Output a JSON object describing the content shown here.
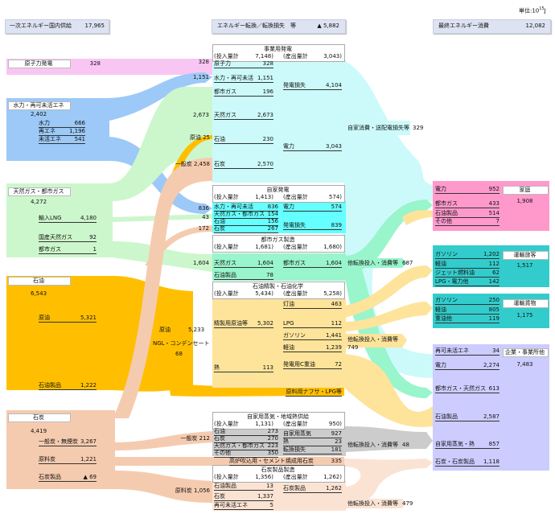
{
  "unit": {
    "prefix": "単位:10",
    "exp": "15",
    "suffix": "J"
  },
  "totals": {
    "primary": {
      "label": "一次エネルギー国内供給",
      "value": "17,965"
    },
    "conversion": {
      "label": "エネルギー転換／転換損失　等",
      "value": "▲ 5,882"
    },
    "final": {
      "label": "最終エネルギー消費",
      "value": "12,082"
    }
  },
  "primary": {
    "nuclear": {
      "label": "原子力発電",
      "value": "328"
    },
    "hydro": {
      "label": "水力・再可未活エネ",
      "total": "2,402",
      "items": [
        {
          "label": "水力",
          "value": "666"
        },
        {
          "label": "再エネ",
          "value": "1,196"
        },
        {
          "label": "未活エネ",
          "value": "541"
        }
      ]
    },
    "gas": {
      "label": "天然ガス・都市ガス",
      "total": "4,272",
      "items": [
        {
          "label": "輸入LNG",
          "value": "4,180"
        },
        {
          "label": "国産天然ガス",
          "value": "92"
        },
        {
          "label": "都市ガス",
          "value": "1"
        }
      ]
    },
    "oil": {
      "label": "石油",
      "total": "6,543",
      "items": [
        {
          "label": "原油",
          "value": "5,321"
        },
        {
          "label": "石油製品",
          "value": "1,222"
        }
      ]
    },
    "coal": {
      "label": "石炭",
      "total": "4,419",
      "items": [
        {
          "label": "一般炭・無煙炭",
          "value": "3,267"
        },
        {
          "label": "原料炭",
          "value": "1,221"
        },
        {
          "label": "石炭製品",
          "value": "▲ 69"
        }
      ]
    }
  },
  "flow_labels": {
    "nuclear_328": "328",
    "hydro_1151": "1,151",
    "gas_2673": "2,673",
    "crude_25": "原油  25",
    "steam_coal_2458": "一般炭  2,458",
    "hydro_836": "836",
    "gas_43": "43",
    "coal_172": "172",
    "gas_1604": "1,604",
    "crude_label": "原油",
    "crude_5233": "5,233",
    "ngl_label": "NGL・コンデンセート",
    "ngl_68": "68",
    "steam_coal_212": "一般炭  212",
    "coking_coal_1056": "原料炭  1,056",
    "own_use_loss": "自家消費・送配電損失等",
    "own_use_loss_value": "329",
    "other_687": "他転換投入・消費等",
    "other_687_value": "687",
    "other_749": "他転換投入・消費等",
    "other_749_value": "749",
    "other_48": "他転換投入・消費等",
    "other_48_value": "48",
    "other_479": "他転換投入・消費等",
    "other_479_value": "479",
    "naphtha": "原料用ナフサ・LPG等",
    "blast_furnace": "高炉吹込用・セメント焼成用石炭",
    "blast_furnace_value": "335"
  },
  "conversion": {
    "utility_power": {
      "title": "事業用発電",
      "in_label": "(投入量計",
      "in_value": "7,148)",
      "out_label": "(産出量計",
      "out_value": "3,043)",
      "inputs": [
        {
          "label": "原子力",
          "value": "328"
        },
        {
          "label": "水力・再可未活",
          "value": "1,151"
        },
        {
          "label": "都市ガス",
          "value": "196"
        },
        {
          "label": "天然ガス",
          "value": "2,673"
        },
        {
          "label": "石油",
          "value": "230"
        },
        {
          "label": "石炭",
          "value": "2,570"
        }
      ],
      "outputs": [
        {
          "label": "発電損失",
          "value": "4,104"
        },
        {
          "label": "電力",
          "value": "3,043"
        }
      ]
    },
    "autoproducer": {
      "title": "自家発電",
      "in_label": "(投入量計",
      "in_value": "1,413)",
      "out_label": "(産出量計",
      "out_value": "574)",
      "inputs": [
        {
          "label": "水力・再可未活",
          "value": "836"
        },
        {
          "label": "天然ガス・都市ガス",
          "value": "154"
        },
        {
          "label": "石油",
          "value": "156"
        },
        {
          "label": "石炭",
          "value": "267"
        }
      ],
      "outputs": [
        {
          "label": "電力",
          "value": "574"
        },
        {
          "label": "発電損失",
          "value": "839"
        }
      ]
    },
    "town_gas": {
      "title": "都市ガス製造",
      "in_label": "(投入量計",
      "in_value": "1,681)",
      "out_label": "(産出量計",
      "out_value": "1,680)",
      "inputs": [
        {
          "label": "天然ガス",
          "value": "1,604"
        },
        {
          "label": "石油製品",
          "value": "78"
        }
      ],
      "outputs": [
        {
          "label": "都市ガス",
          "value": "1,604"
        }
      ]
    },
    "refinery": {
      "title": "石油精製・石油化学",
      "in_label": "(投入量計",
      "in_value": "5,434)",
      "out_label": "(産出量計",
      "out_value": "5,258)",
      "inputs": [
        {
          "label": "精製用原油等",
          "value": "5,302"
        },
        {
          "label": "熱",
          "value": "113"
        }
      ],
      "outputs": [
        {
          "label": "灯油",
          "value": "463"
        },
        {
          "label": "LPG",
          "value": "112"
        },
        {
          "label": "ガソリン",
          "value": "1,441"
        },
        {
          "label": "軽油",
          "value": "1,239"
        },
        {
          "label": "発電用C重油",
          "value": "72"
        }
      ]
    },
    "steam_heat": {
      "title": "自家用蒸気・地域熱供給",
      "in_label": "(投入量計",
      "in_value": "1,131)",
      "out_label": "(産出量計",
      "out_value": "950)",
      "inputs": [
        {
          "label": "石油",
          "value": "273"
        },
        {
          "label": "石炭",
          "value": "270"
        },
        {
          "label": "天然ガス・都市ガス",
          "value": "223"
        },
        {
          "label": "その他",
          "value": "350"
        }
      ],
      "outputs": [
        {
          "label": "自家用蒸気",
          "value": "927"
        },
        {
          "label": "熱",
          "value": "23"
        },
        {
          "label": "転換損失",
          "value": "181"
        }
      ]
    },
    "coal_products": {
      "title": "石炭製品製造",
      "in_label": "(投入量計",
      "in_value": "1,356)",
      "out_label": "(産出量計",
      "out_value": "1,262)",
      "inputs": [
        {
          "label": "石油製品",
          "value": "13"
        },
        {
          "label": "石炭",
          "value": "1,337"
        },
        {
          "label": "再可未活エネ",
          "value": "5"
        }
      ],
      "outputs": [
        {
          "label": "石炭製品",
          "value": "1,262"
        }
      ]
    }
  },
  "final": {
    "household": {
      "label": "家庭",
      "total": "1,908",
      "items": [
        {
          "label": "電力",
          "value": "952"
        },
        {
          "label": "都市ガス",
          "value": "433"
        },
        {
          "label": "石油製品",
          "value": "514"
        },
        {
          "label": "その他",
          "value": "7"
        }
      ]
    },
    "passenger": {
      "label": "運輸旅客",
      "total": "1,517",
      "items": [
        {
          "label": "ガソリン",
          "value": "1,202"
        },
        {
          "label": "軽油",
          "value": "112"
        },
        {
          "label": "ジェット燃料油",
          "value": "62"
        },
        {
          "label": "LPG・電力他",
          "value": "142"
        }
      ]
    },
    "freight": {
      "label": "運輸貨物",
      "total": "1,175",
      "items": [
        {
          "label": "ガソリン",
          "value": "250"
        },
        {
          "label": "軽油",
          "value": "805"
        },
        {
          "label": "重油他",
          "value": "119"
        }
      ]
    },
    "business": {
      "label": "企業・事業所他",
      "total": "7,483",
      "items": [
        {
          "label": "再可未活エネ",
          "value": "34"
        },
        {
          "label": "電力",
          "value": "2,274"
        },
        {
          "label": "都市ガス・天然ガス",
          "value": "613"
        },
        {
          "label": "石油製品",
          "value": "2,587"
        },
        {
          "label": "自家用蒸気・熱",
          "value": "857"
        },
        {
          "label": "石炭・石炭製品",
          "value": "1,118"
        }
      ]
    }
  },
  "colors": {
    "nuclear": "#f9c6f3",
    "hydro": "#9cc9f7",
    "gas": "#ccf7cc",
    "oil": "#ffbf00",
    "coal": "#f5cbaf",
    "power": "#ccfafa",
    "autoproducer": "#66ffff",
    "town_gas": "#99f5cc",
    "refinery": "#fde49a",
    "steam": "#cccccc",
    "coal_light": "#fbe3d3",
    "household": "#ff99cc",
    "transport": "#33cccc",
    "business": "#ccccff"
  }
}
